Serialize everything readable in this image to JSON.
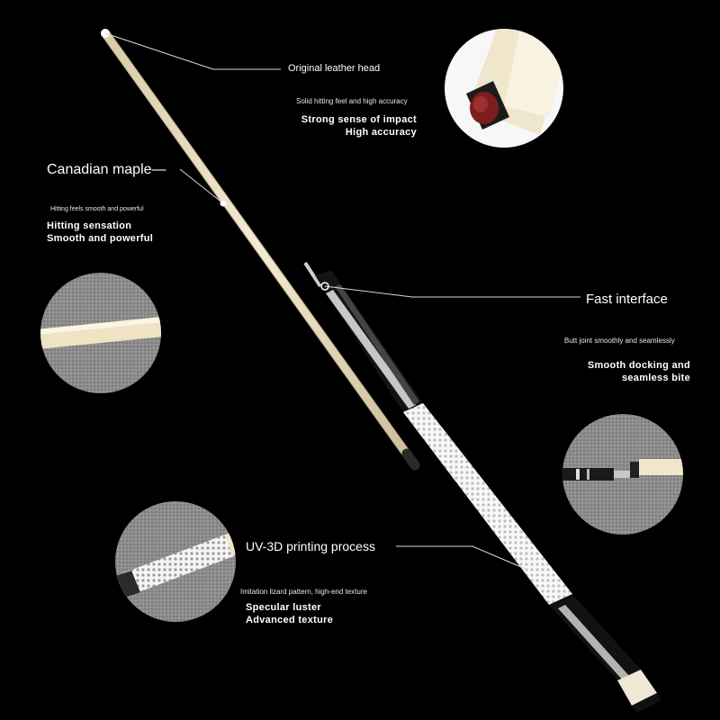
{
  "features": {
    "leather_head": {
      "title": "Original leather head",
      "subtitle": "Solid hitting feel and high accuracy",
      "line1": "Strong sense of impact",
      "line2": "High accuracy"
    },
    "maple": {
      "title": "Canadian maple—",
      "subtitle": "Hitting feels smooth and powerful",
      "line1": "Hitting sensation",
      "line2": "Smooth and powerful"
    },
    "interface": {
      "title": "Fast interface",
      "subtitle": "Butt joint smoothly and seamlessly",
      "line1": "Smooth docking and",
      "line2": "seamless bite"
    },
    "printing": {
      "title": "UV-3D printing process",
      "subtitle": "Imitation lizard pattern, high-end texture",
      "line1": "Specular luster",
      "line2": "Advanced texture"
    }
  },
  "colors": {
    "background": "#000000",
    "maple_wood": "#e9dcc0",
    "leather_tip": "#7a1e1e",
    "butt_white": "#f2f2f2",
    "butt_black": "#111111",
    "cloth_gray": "#8a8a8a"
  }
}
